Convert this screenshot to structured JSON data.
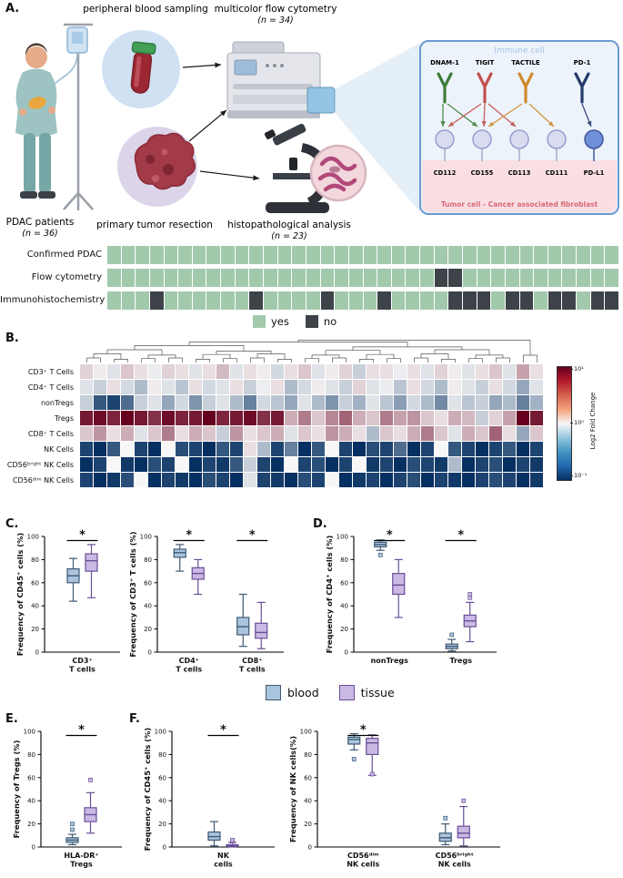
{
  "panels": {
    "a": "A.",
    "b": "B.",
    "c": "C.",
    "d": "D.",
    "e": "E.",
    "f": "F."
  },
  "schematic": {
    "blood_label": "peripheral blood sampling",
    "cytometry_label": "multicolor flow cytometry",
    "cytometry_n": "(n = 34)",
    "patients_label": "PDAC patients",
    "patients_n": "(n = 36)",
    "tumor_label": "primary tumor resection",
    "histo_label": "histopathological analysis",
    "histo_n": "(n = 23)",
    "inset": {
      "title": "Immune cell",
      "receptors": [
        "DNAM-1",
        "TIGIT",
        "TACTILE",
        "PD-1"
      ],
      "ligands": [
        "CD112",
        "CD155",
        "CD113",
        "CD111",
        "PD-L1"
      ],
      "bottom_label": "Tumor cell - Cancer associated fibroblast"
    }
  },
  "sample_grid": {
    "yes_color": "#a3c9ad",
    "no_color": "#3e4349",
    "legend_yes": "yes",
    "legend_no": "no",
    "rows": [
      {
        "label": "Confirmed PDAC",
        "cells": "yyyyyyyyyyyyyyyyyyyyyyyyyyyyyyyyyyyy"
      },
      {
        "label": "Flow cytometry",
        "cells": "yyyyyyyyyyyyyyyyyyyyyyynnyyyyyyyyyyy"
      },
      {
        "label": "Immunohistochemistry",
        "cells": "yyynyyyyyynyyyynyyynyyyynnnynnynnynn"
      }
    ]
  },
  "legend": {
    "items": [
      {
        "label": "blood",
        "fill": "#aac4de",
        "stroke": "#3e5a74"
      },
      {
        "label": "tissue",
        "fill": "#c9b9e4",
        "stroke": "#6a4f96"
      }
    ]
  },
  "chart_data": [
    {
      "id": "heatmap",
      "type": "heatmap",
      "colorbar_label": "Log2 Fold Change",
      "colorbar_ticks": [
        "10¹",
        "10⁰",
        "10⁻¹"
      ],
      "columns": 34,
      "rows": [
        {
          "label": "CD3⁺ T Cells",
          "values": [
            0.15,
            0.05,
            -0.1,
            0.2,
            0.1,
            -0.05,
            0.15,
            0.1,
            -0.1,
            0.1,
            0.25,
            -0.1,
            0.1,
            0.05,
            -0.15,
            0.1,
            0.2,
            -0.1,
            0.05,
            0.15,
            -0.2,
            0.1,
            0.1,
            -0.05,
            0.1,
            -0.1,
            0.15,
            0.05,
            -0.1,
            0.1,
            0.2,
            -0.1,
            0.35,
            0.1
          ]
        },
        {
          "label": "CD4⁺ T Cells",
          "values": [
            -0.1,
            -0.2,
            0.1,
            -0.15,
            -0.3,
            0.05,
            -0.1,
            -0.25,
            0.1,
            -0.15,
            -0.1,
            0.1,
            -0.2,
            -0.05,
            0.1,
            -0.3,
            -0.15,
            0.05,
            -0.1,
            -0.2,
            0.15,
            -0.1,
            -0.05,
            -0.25,
            0.1,
            -0.15,
            -0.3,
            0.05,
            -0.1,
            -0.2,
            0.1,
            -0.15,
            -0.4,
            -0.1
          ]
        },
        {
          "label": "nonTregs",
          "values": [
            -0.2,
            -0.8,
            -0.9,
            -0.7,
            -0.2,
            -0.1,
            -0.4,
            -0.15,
            -0.5,
            -0.2,
            -0.1,
            -0.3,
            -0.6,
            -0.15,
            -0.25,
            -0.4,
            -0.1,
            -0.3,
            -0.5,
            -0.2,
            -0.35,
            -0.1,
            -0.25,
            -0.45,
            -0.15,
            -0.3,
            -0.55,
            -0.1,
            -0.25,
            -0.2,
            -0.4,
            -0.3,
            -0.6,
            -0.35
          ]
        },
        {
          "label": "Tregs",
          "values": [
            0.9,
            0.95,
            0.85,
            1,
            0.9,
            0.8,
            0.95,
            0.85,
            0.9,
            1,
            0.85,
            0.9,
            0.95,
            0.8,
            0.9,
            0.3,
            0.5,
            0.2,
            0.45,
            0.6,
            0.3,
            0.2,
            0.5,
            0.35,
            0.4,
            0.2,
            0.1,
            0.3,
            0.25,
            -0.2,
            0.15,
            0.35,
            1,
            0.9
          ]
        },
        {
          "label": "CD8⁺ T Cells",
          "values": [
            0.2,
            0.4,
            0.1,
            0.3,
            -0.1,
            0.2,
            0.5,
            0.1,
            0.3,
            0.2,
            -0.2,
            0.4,
            0.1,
            0.2,
            0.3,
            -0.1,
            0.2,
            0.1,
            0.4,
            0.3,
            0.1,
            -0.3,
            0.2,
            0.1,
            0.3,
            0.5,
            0.2,
            -0.1,
            0.3,
            0.2,
            0.6,
            0.1,
            -0.4,
            0.2
          ]
        },
        {
          "label": "NK Cells",
          "values": [
            -0.9,
            -1,
            -0.8,
            0,
            -0.9,
            -1,
            0,
            -0.85,
            -0.9,
            -1,
            -0.8,
            -0.9,
            0.1,
            -0.3,
            -0.9,
            -0.6,
            -1,
            -0.8,
            0,
            -0.9,
            -1,
            -0.85,
            -0.9,
            -0.7,
            -1,
            -0.9,
            0,
            -0.8,
            -0.9,
            -1,
            -0.9,
            -0.8,
            -1,
            -0.9
          ]
        },
        {
          "label": "CD56ᵇʳⁱᵍʰᵗ NK Cells",
          "values": [
            -1,
            -0.9,
            0,
            -0.95,
            -1,
            -0.85,
            -0.9,
            0,
            -1,
            -0.9,
            -0.95,
            -0.8,
            -0.2,
            -0.9,
            -1,
            0,
            -0.9,
            -0.85,
            -1,
            -0.9,
            0,
            -0.95,
            -0.9,
            -1,
            -0.85,
            -0.9,
            -0.95,
            -0.3,
            -1,
            -0.9,
            -0.85,
            -1,
            -0.9,
            -0.95
          ]
        },
        {
          "label": "CD56ᵈⁱᵐ NK Cells",
          "values": [
            -0.9,
            -1,
            -0.95,
            -0.85,
            0,
            -1,
            -0.9,
            -0.95,
            -1,
            -0.85,
            -0.9,
            -1,
            -0.1,
            -0.9,
            -0.95,
            -1,
            -0.85,
            -0.9,
            0,
            -1,
            -0.95,
            -0.9,
            -1,
            -0.9,
            -0.85,
            -1,
            -0.9,
            -0.95,
            -1,
            -0.9,
            -0.85,
            -0.9,
            -1,
            -0.95
          ]
        }
      ]
    },
    {
      "id": "c1",
      "type": "box",
      "ylabel": "Frequency of CD45⁺ cells (%)",
      "ymin": 0,
      "ymax": 100,
      "yticks": [
        0,
        20,
        40,
        60,
        80,
        100
      ],
      "categories": [
        {
          "label": [
            "CD3⁺",
            "T cells"
          ],
          "sig": "*",
          "blood": {
            "lo": 44,
            "q1": 60,
            "med": 66,
            "q3": 72,
            "hi": 81,
            "out": []
          },
          "tissue": {
            "lo": 47,
            "q1": 70,
            "med": 79,
            "q3": 85,
            "hi": 93,
            "out": []
          }
        }
      ]
    },
    {
      "id": "c2",
      "type": "box",
      "ylabel": "Frequency of CD3⁺ T cells (%)",
      "ymin": 0,
      "ymax": 100,
      "yticks": [
        0,
        20,
        40,
        60,
        80,
        100
      ],
      "categories": [
        {
          "label": [
            "CD4⁺",
            "T cells"
          ],
          "sig": "*",
          "blood": {
            "lo": 70,
            "q1": 82,
            "med": 86,
            "q3": 89,
            "hi": 93,
            "out": []
          },
          "tissue": {
            "lo": 50,
            "q1": 63,
            "med": 68,
            "q3": 73,
            "hi": 80,
            "out": []
          }
        },
        {
          "label": [
            "CD8⁺",
            "T cells"
          ],
          "sig": "*",
          "blood": {
            "lo": 5,
            "q1": 15,
            "med": 22,
            "q3": 30,
            "hi": 50,
            "out": []
          },
          "tissue": {
            "lo": 3,
            "q1": 12,
            "med": 17,
            "q3": 25,
            "hi": 43,
            "out": []
          }
        }
      ]
    },
    {
      "id": "d",
      "type": "box",
      "ylabel": "Frequency of CD4⁺ cells (%)",
      "ymin": 0,
      "ymax": 100,
      "yticks": [
        0,
        20,
        40,
        60,
        80,
        100
      ],
      "categories": [
        {
          "label": [
            "nonTregs"
          ],
          "sig": "*",
          "blood": {
            "lo": 88,
            "q1": 91,
            "med": 93,
            "q3": 95,
            "hi": 97,
            "out": [
              84
            ]
          },
          "tissue": {
            "lo": 30,
            "q1": 50,
            "med": 58,
            "q3": 68,
            "hi": 80,
            "out": []
          }
        },
        {
          "label": [
            "Tregs"
          ],
          "sig": "*",
          "blood": {
            "lo": 1,
            "q1": 3,
            "med": 5,
            "q3": 7,
            "hi": 11,
            "out": [
              15
            ]
          },
          "tissue": {
            "lo": 9,
            "q1": 22,
            "med": 27,
            "q3": 32,
            "hi": 43,
            "out": [
              50,
              47
            ]
          }
        }
      ]
    },
    {
      "id": "e",
      "type": "box",
      "ylabel": "Frequency of Tregs (%)",
      "ymin": 0,
      "ymax": 100,
      "yticks": [
        0,
        20,
        40,
        60,
        80,
        100
      ],
      "categories": [
        {
          "label": [
            "HLA-DR⁺",
            "Tregs"
          ],
          "sig": "*",
          "blood": {
            "lo": 2,
            "q1": 4,
            "med": 6,
            "q3": 8,
            "hi": 11,
            "out": [
              15,
              20
            ]
          },
          "tissue": {
            "lo": 12,
            "q1": 22,
            "med": 28,
            "q3": 34,
            "hi": 47,
            "out": [
              58
            ]
          }
        }
      ]
    },
    {
      "id": "f1",
      "type": "box",
      "ylabel": "Frequency of CD45⁺ cells (%)",
      "ymin": 0,
      "ymax": 100,
      "yticks": [
        0,
        20,
        40,
        60,
        80,
        100
      ],
      "categories": [
        {
          "label": [
            "NK",
            "cells"
          ],
          "sig": "*",
          "blood": {
            "lo": 1,
            "q1": 6,
            "med": 9,
            "q3": 13,
            "hi": 22,
            "out": []
          },
          "tissue": {
            "lo": 0,
            "q1": 0.5,
            "med": 1,
            "q3": 2,
            "hi": 4,
            "out": [
              5,
              6
            ]
          }
        }
      ]
    },
    {
      "id": "f2",
      "type": "box",
      "ylabel": "Frequency of NK cells(%)",
      "ymin": 0,
      "ymax": 100,
      "yticks": [
        0,
        20,
        40,
        60,
        80,
        100
      ],
      "categories": [
        {
          "label": [
            "CD56ᵈⁱᵐ",
            "NK cells"
          ],
          "sig": "*",
          "blood": {
            "lo": 84,
            "q1": 89,
            "med": 93,
            "q3": 95,
            "hi": 98,
            "out": [
              76
            ]
          },
          "tissue": {
            "lo": 62,
            "q1": 80,
            "med": 90,
            "q3": 94,
            "hi": 97,
            "out": [
              63
            ]
          }
        },
        {
          "label": [
            "CD56ᵇʳⁱᵍʰᵗ",
            "NK cells"
          ],
          "blood": {
            "lo": 2,
            "q1": 5,
            "med": 8,
            "q3": 12,
            "hi": 20,
            "out": [
              25
            ]
          },
          "tissue": {
            "lo": 1,
            "q1": 8,
            "med": 12,
            "q3": 18,
            "hi": 35,
            "out": [
              40
            ]
          }
        }
      ]
    }
  ]
}
